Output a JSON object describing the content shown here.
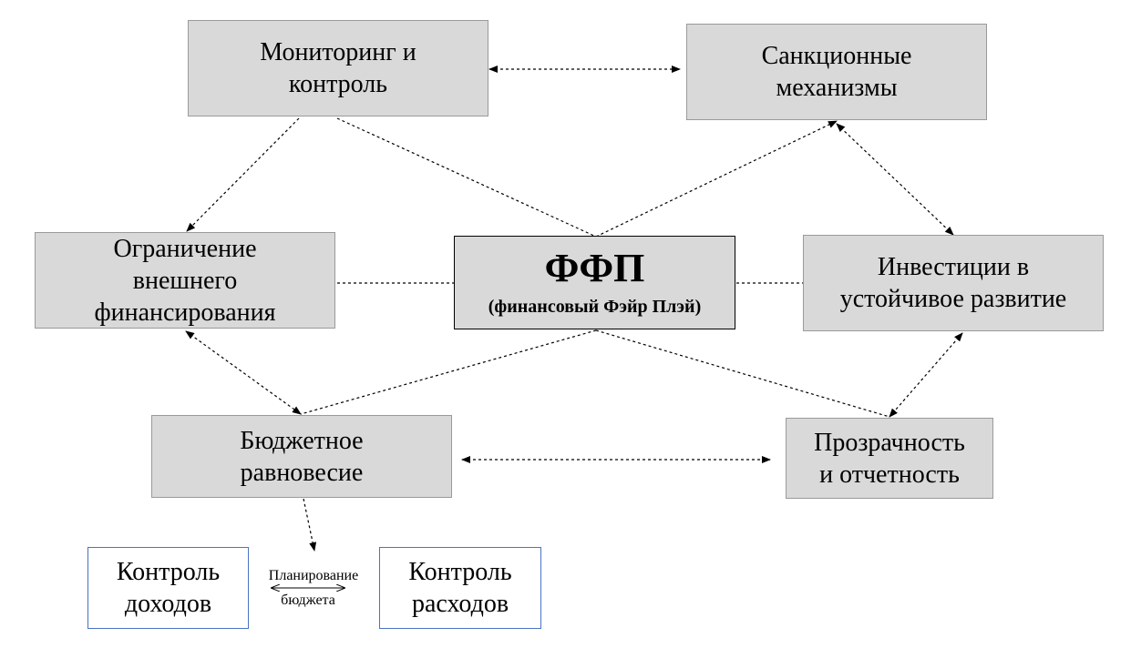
{
  "nodes": {
    "monitoring": "Мониторинг и\nконтроль",
    "sanctions": "Санкционные\nмеханизмы",
    "external_financing": "Ограничение\nвнешнего\nфинансирования",
    "investments": "Инвестиции в\nустойчивое развитие",
    "budget_balance": "Бюджетное\nравновесие",
    "transparency": "Прозрачность\nи отчетность",
    "revenue_control": "Контроль\nдоходов",
    "expense_control": "Контроль\nрасходов"
  },
  "center": {
    "title": "ФФП",
    "subtitle": "(финансовый Фэйр Плэй)"
  },
  "budget_planning": {
    "line1": "Планирование",
    "line2": "бюджета"
  }
}
